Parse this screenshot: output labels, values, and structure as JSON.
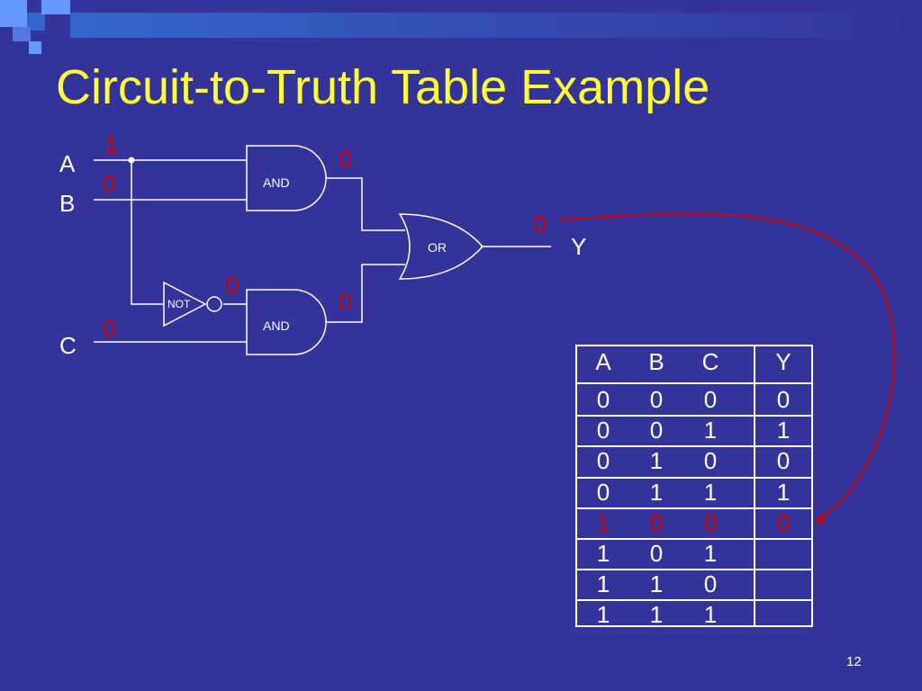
{
  "slide": {
    "title": "Circuit-to-Truth Table Example",
    "page_number": "12"
  },
  "colors": {
    "background": "#333399",
    "title": "#FFFF33",
    "wire": "#FFFFFF",
    "highlight": "#CC0000",
    "accent_blue": "#6699FF"
  },
  "circuit": {
    "inputs": {
      "a": "A",
      "b": "B",
      "c": "C"
    },
    "output": "Y",
    "gates": {
      "and_top": "AND",
      "and_bottom": "AND",
      "or": "OR",
      "not": "NOT"
    },
    "signal_values": {
      "a": "1",
      "b": "0",
      "c": "0",
      "and_top_out": "0",
      "not_out": "0",
      "and_bottom_out": "0",
      "y": "0"
    }
  },
  "truth_table": {
    "headers": [
      "A",
      "B",
      "C",
      "Y"
    ],
    "rows": [
      {
        "a": "0",
        "b": "0",
        "c": "0",
        "y": "0",
        "highlight": false
      },
      {
        "a": "0",
        "b": "0",
        "c": "1",
        "y": "1",
        "highlight": false
      },
      {
        "a": "0",
        "b": "1",
        "c": "0",
        "y": "0",
        "highlight": false
      },
      {
        "a": "0",
        "b": "1",
        "c": "1",
        "y": "1",
        "highlight": false
      },
      {
        "a": "1",
        "b": "0",
        "c": "0",
        "y": "0",
        "highlight": true
      },
      {
        "a": "1",
        "b": "0",
        "c": "1",
        "y": "",
        "highlight": false
      },
      {
        "a": "1",
        "b": "1",
        "c": "0",
        "y": "",
        "highlight": false
      },
      {
        "a": "1",
        "b": "1",
        "c": "1",
        "y": "",
        "highlight": false
      }
    ]
  }
}
